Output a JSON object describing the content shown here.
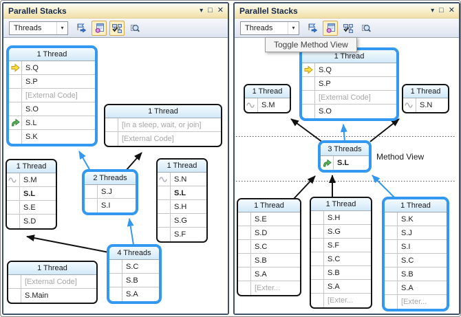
{
  "window": {
    "title": "Parallel Stacks"
  },
  "icons": {
    "window_menu": "▾",
    "window_maximize": "□",
    "window_close": "✕",
    "combo_dropdown": "▾",
    "toolbar_icons": [
      "show-only-flagged-icon",
      "method-view-icon",
      "autoscroll-diagram-icon",
      "zoom-control-icon"
    ],
    "row_icons": [
      "current-statement-arrow-icon",
      "active-frame-green-arrow-icon",
      "wavy-line-icon"
    ]
  },
  "toolbar": {
    "threads_combo": "Threads"
  },
  "tooltip": "Toggle Method View",
  "left_panel": {
    "boxes": [
      {
        "header": "1 Thread",
        "rows": [
          "S.Q",
          "S.P",
          "[External Code]",
          "S.O",
          "S.L",
          "S.K"
        ]
      },
      {
        "header": "1 Thread",
        "rows": [
          "[In a sleep, wait, or join]",
          "[External Code]"
        ]
      },
      {
        "header": "1 Thread",
        "rows": [
          "S.M",
          "S.L",
          "S.E",
          "S.D"
        ]
      },
      {
        "header": "2 Threads",
        "rows": [
          "S.J",
          "S.I"
        ]
      },
      {
        "header": "1 Thread",
        "rows": [
          "S.N",
          "S.L",
          "S.H",
          "S.G",
          "S.F"
        ]
      },
      {
        "header": "4 Threads",
        "rows": [
          "S.C",
          "S.B",
          "S.A"
        ]
      },
      {
        "header": "1 Thread",
        "rows": [
          "[External Code]",
          "S.Main"
        ]
      }
    ]
  },
  "right_panel": {
    "method_view_label": "Method View",
    "boxes": [
      {
        "header": "1 Thread",
        "rows": [
          "S.Q",
          "S.P",
          "[External Code]",
          "S.O"
        ]
      },
      {
        "header": "1 Thread",
        "rows": [
          "S.M"
        ]
      },
      {
        "header": "1 Thread",
        "rows": [
          "S.N"
        ]
      },
      {
        "header": "3 Threads",
        "rows": [
          "S.L"
        ]
      },
      {
        "header": "1 Thread",
        "rows": [
          "S.E",
          "S.D",
          "S.C",
          "S.B",
          "S.A",
          "[Exter..."
        ]
      },
      {
        "header": "1 Thread",
        "rows": [
          "S.H",
          "S.G",
          "S.F",
          "S.C",
          "S.B",
          "S.A",
          "[Exter..."
        ]
      },
      {
        "header": "1 Thread",
        "rows": [
          "S.K",
          "S.J",
          "S.I",
          "S.C",
          "S.B",
          "S.A",
          "[Exter..."
        ]
      }
    ]
  },
  "colors": {
    "highlight_blue": "#3398F0",
    "arrow_black": "#111111",
    "active_button_bg": "#FDF0C6",
    "title_gradient": "#F0DFA8"
  }
}
